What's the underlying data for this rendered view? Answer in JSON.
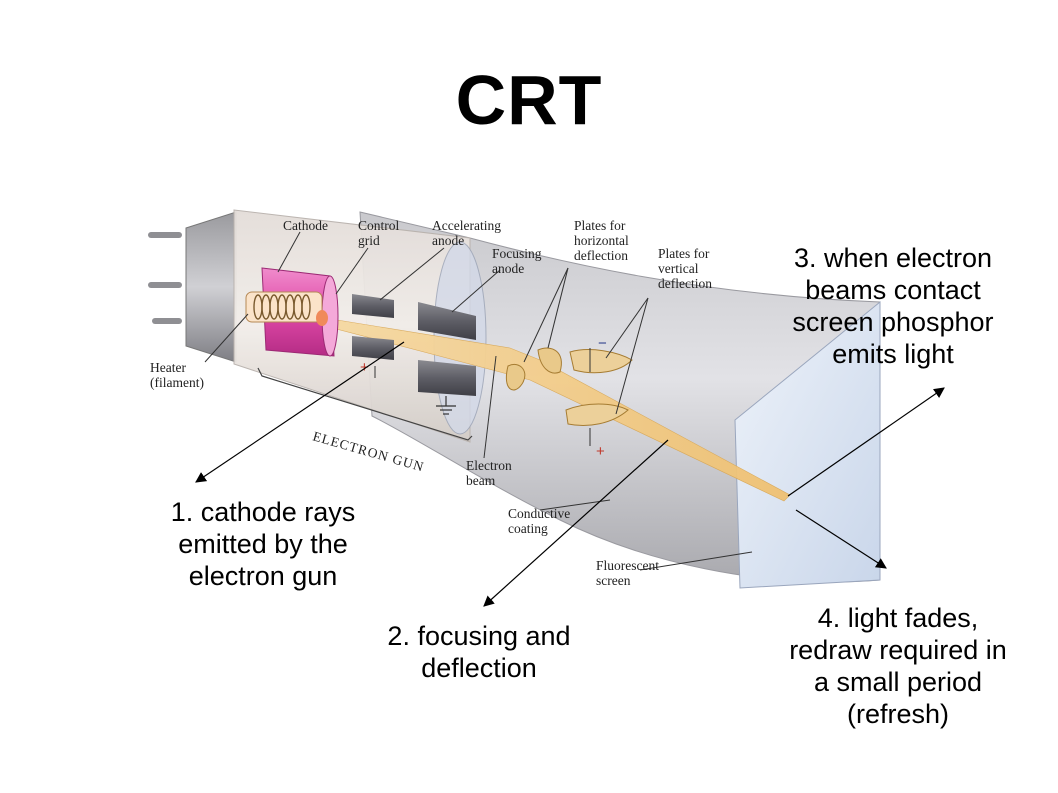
{
  "title": "CRT",
  "callouts": {
    "step1": [
      "1. cathode rays",
      "emitted by the",
      "electron gun"
    ],
    "step2": [
      "2. focusing and",
      "deflection"
    ],
    "step3": [
      "3. when electron",
      "beams contact",
      "screen phosphor",
      "emits light"
    ],
    "step4": [
      "4. light fades,",
      "redraw required in",
      "a small period",
      "(refresh)"
    ]
  },
  "diagram_labels": {
    "cathode": "Cathode",
    "control_grid": [
      "Control",
      "grid"
    ],
    "accelerating_anode": [
      "Accelerating",
      "anode"
    ],
    "focusing_anode": [
      "Focusing",
      "anode"
    ],
    "plates_horizontal": [
      "Plates for",
      "horizontal",
      "deflection"
    ],
    "plates_vertical": [
      "Plates for",
      "vertical",
      "deflection"
    ],
    "heater": [
      "Heater",
      "(filament)"
    ],
    "electron_gun": "ELECTRON GUN",
    "electron_beam": [
      "Electron",
      "beam"
    ],
    "conductive_coating": [
      "Conductive",
      "coating"
    ],
    "fluorescent_screen": [
      "Fluorescent",
      "screen"
    ]
  },
  "colors": {
    "glass": "#d8d8dc",
    "gun_glass": "#ece6e2",
    "cathode": "#e04aa8",
    "beam": "#f2c777",
    "screen": "#dde6f3",
    "plates": "#e9c98a"
  }
}
